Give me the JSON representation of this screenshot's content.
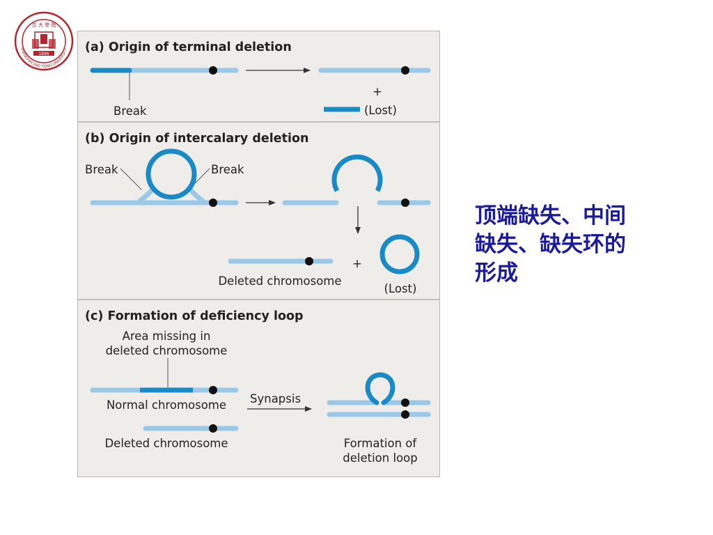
{
  "logo": {
    "ring_text": "SHANGHAI JIAO TONG UNIVERSITY",
    "top_text": "交 大 學 院",
    "banner_text": "1896"
  },
  "colors": {
    "panel_bg": "#efede9",
    "light_chromosome": "#9cc8e8",
    "dark_chromosome": "#1a8ac6",
    "centromere": "#111111",
    "caption": "#1a1a9c",
    "logo_red": "#b5252b"
  },
  "caption": {
    "text": "顶端缺失、中间\n缺失、缺失环的\n形成"
  },
  "panels": {
    "a": {
      "title": "(a) Origin of terminal deletion",
      "break_label": "Break",
      "plus": "+",
      "lost_label": "(Lost)"
    },
    "b": {
      "title": "(b) Origin of intercalary deletion",
      "break_left": "Break",
      "break_right": "Break",
      "plus": "+",
      "deleted_label": "Deleted chromosome",
      "lost_label": "(Lost)"
    },
    "c": {
      "title": "(c) Formation of deficiency loop",
      "area_line1": "Area missing in",
      "area_line2": "deleted chromosome",
      "normal_label": "Normal chromosome",
      "deleted_label": "Deleted chromosome",
      "synapsis_label": "Synapsis",
      "result_line1": "Formation of",
      "result_line2": "deletion loop"
    }
  }
}
